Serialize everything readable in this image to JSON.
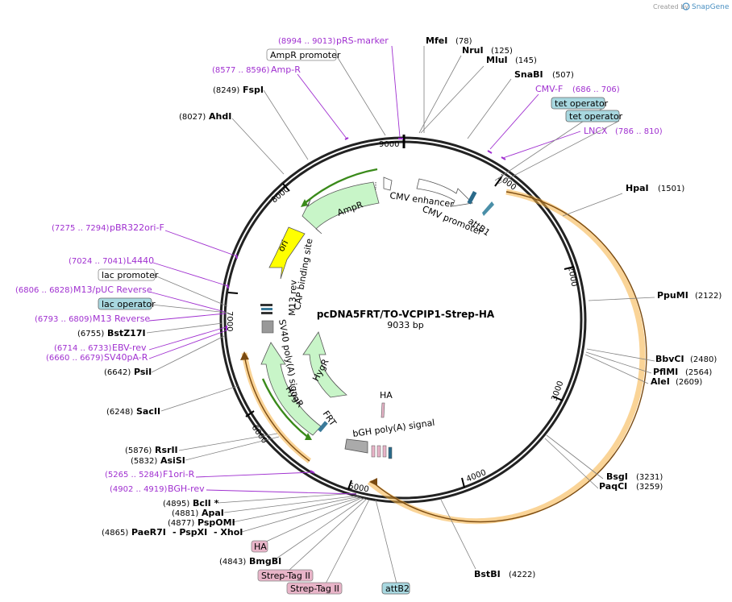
{
  "watermark": {
    "prefix": "Created by",
    "brand": "SnapGene"
  },
  "plasmid": {
    "name": "pcDNA5FRT/TO-VCPIP1-Strep-HA",
    "size_label": "9033 bp"
  },
  "ticks": [
    "1000",
    "2000",
    "3000",
    "4000",
    "5000",
    "6000",
    "7000",
    "8000",
    "9000"
  ],
  "enzymes_right": [
    {
      "name": "MfeI",
      "pos": "(78)"
    },
    {
      "name": "NruI",
      "pos": "(125)"
    },
    {
      "name": "MluI",
      "pos": "(145)"
    },
    {
      "name": "SnaBI",
      "pos": "(507)"
    },
    {
      "name": "HpaI",
      "pos": "(1501)"
    },
    {
      "name": "PpuMI",
      "pos": "(2122)"
    },
    {
      "name": "BbvCI",
      "pos": "(2480)"
    },
    {
      "name": "PflMI",
      "pos": "(2564)"
    },
    {
      "name": "AleI",
      "pos": "(2609)"
    },
    {
      "name": "BsgI",
      "pos": "(3231)"
    },
    {
      "name": "PaqCI",
      "pos": "(3259)"
    },
    {
      "name": "BstBI",
      "pos": "(4222)"
    }
  ],
  "enzymes_left": [
    {
      "name": "FspI",
      "pos": "(8249)"
    },
    {
      "name": "AhdI",
      "pos": "(8027)"
    },
    {
      "name": "BstZ17I",
      "pos": "(6755)"
    },
    {
      "name": "PsiI",
      "pos": "(6642)"
    },
    {
      "name": "SacII",
      "pos": "(6248)"
    },
    {
      "name": "RsrII",
      "pos": "(5876)"
    },
    {
      "name": "AsiSI",
      "pos": "(5832)"
    },
    {
      "name": "BclI *",
      "pos": "(4895)"
    },
    {
      "name": "ApaI",
      "pos": "(4881)"
    },
    {
      "name": "PspOMI",
      "pos": "(4877)"
    },
    {
      "name": "PaeR7I",
      "pos": "(4865)"
    },
    {
      "name": "- PspXI",
      "pos": ""
    },
    {
      "name": "- XhoI",
      "pos": ""
    },
    {
      "name": "BmgBI",
      "pos": "(4843)"
    }
  ],
  "primers": [
    {
      "name": "pRS-marker",
      "pos": "(8994 .. 9013)"
    },
    {
      "name": "Amp-R",
      "pos": "(8577 .. 8596)"
    },
    {
      "name": "CMV-F",
      "pos": "(686 .. 706)"
    },
    {
      "name": "LNCX",
      "pos": "(786 .. 810)"
    },
    {
      "name": "pBR322ori-F",
      "pos": "(7275 .. 7294)"
    },
    {
      "name": "L4440",
      "pos": "(7024 .. 7041)"
    },
    {
      "name": "M13/pUC Reverse",
      "pos": "(6806 .. 6828)"
    },
    {
      "name": "M13 Reverse",
      "pos": "(6793 .. 6809)"
    },
    {
      "name": "EBV-rev",
      "pos": "(6714 .. 6733)"
    },
    {
      "name": "SV40pA-R",
      "pos": "(6660 .. 6679)"
    },
    {
      "name": "F1ori-R",
      "pos": "(5265 .. 5284)"
    },
    {
      "name": "BGH-rev",
      "pos": "(4902 .. 4919)"
    }
  ],
  "boxed_features": [
    {
      "name": "AmpR promoter"
    },
    {
      "name": "tet operator"
    },
    {
      "name": "tet operator"
    },
    {
      "name": "lac promoter"
    },
    {
      "name": "lac operator"
    },
    {
      "name": "HA"
    },
    {
      "name": "Strep-Tag II"
    },
    {
      "name": "Strep-Tag II"
    },
    {
      "name": "attB2"
    }
  ],
  "inner_features": [
    "CMV enhancer",
    "CMV promoter",
    "attB1",
    "AmpR",
    "ori",
    "CAP binding site",
    "M13 rev",
    "SV40 poly(A) signal",
    "HygR",
    "HygR",
    "FRT",
    "HA",
    "bGH poly(A) signal"
  ],
  "colors": {
    "primer": "#a030d0",
    "ampr": "#c8f5c8",
    "ori": "#ffff00",
    "orf": "#f5b041",
    "tet": "#a8d8e0",
    "tag": "#e8b4c8"
  }
}
